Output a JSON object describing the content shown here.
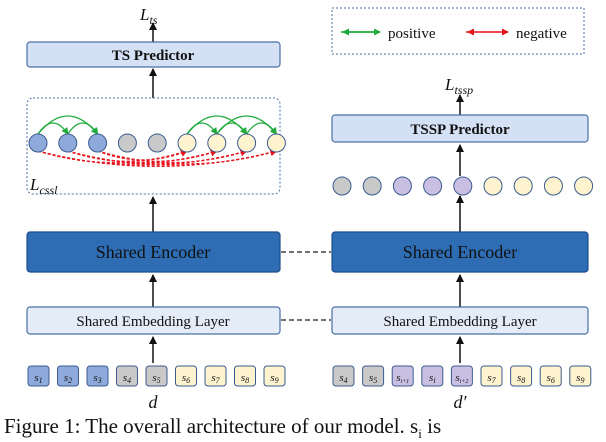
{
  "left": {
    "output_label": "L",
    "output_sub": "ts",
    "predictor_label": "TS Predictor",
    "loss_label": "L",
    "loss_sub": "cssl",
    "encoder_label": "Shared Encoder",
    "embedding_label": "Shared Embedding Layer",
    "input_label": "d",
    "tokens": [
      {
        "base": "s",
        "sub": "1",
        "group": "blue"
      },
      {
        "base": "s",
        "sub": "2",
        "group": "blue"
      },
      {
        "base": "s",
        "sub": "3",
        "group": "blue"
      },
      {
        "base": "s",
        "sub": "4",
        "group": "gray"
      },
      {
        "base": "s",
        "sub": "5",
        "group": "gray"
      },
      {
        "base": "s",
        "sub": "6",
        "group": "yellow"
      },
      {
        "base": "s",
        "sub": "7",
        "group": "yellow"
      },
      {
        "base": "s",
        "sub": "8",
        "group": "yellow"
      },
      {
        "base": "s",
        "sub": "9",
        "group": "yellow"
      }
    ],
    "nodes": [
      "blue",
      "blue",
      "blue",
      "gray",
      "gray",
      "yellow",
      "yellow",
      "yellow",
      "yellow"
    ]
  },
  "right": {
    "output_label": "L",
    "output_sub": "tssp",
    "predictor_label": "TSSP Predictor",
    "encoder_label": "Shared Encoder",
    "embedding_label": "Shared Embedding Layer",
    "input_label": "d′",
    "tokens": [
      {
        "base": "s",
        "sub": "4",
        "group": "gray"
      },
      {
        "base": "s",
        "sub": "5",
        "group": "gray"
      },
      {
        "base": "s",
        "sub": "i+1",
        "group": "purple"
      },
      {
        "base": "s",
        "sub": "i",
        "group": "purple"
      },
      {
        "base": "s",
        "sub": "i+2",
        "group": "purple"
      },
      {
        "base": "s",
        "sub": "7",
        "group": "yellow"
      },
      {
        "base": "s",
        "sub": "8",
        "group": "yellow"
      },
      {
        "base": "s",
        "sub": "6",
        "group": "yellow"
      },
      {
        "base": "s",
        "sub": "9",
        "group": "yellow"
      }
    ],
    "nodes": [
      "gray",
      "gray",
      "purple",
      "purple",
      "purple",
      "yellow",
      "yellow",
      "yellow",
      "yellow"
    ]
  },
  "legend": {
    "positive_label": "positive",
    "negative_label": "negative"
  },
  "caption": "Figure 1: The overall architecture of our model. s",
  "caption_sub": "i",
  "caption_tail": " is",
  "colors": {
    "blue_fill": "#8eaadb",
    "gray_fill": "#c9c9c9",
    "yellow_fill": "#fdf3cf",
    "purple_fill": "#c9bfe3",
    "encoder_fill": "#2e6db4",
    "predictor_fill": "#d4e1f5",
    "embedding_fill": "#e4ecf8",
    "positive": "#1faa3c",
    "negative": "#e8141c"
  }
}
